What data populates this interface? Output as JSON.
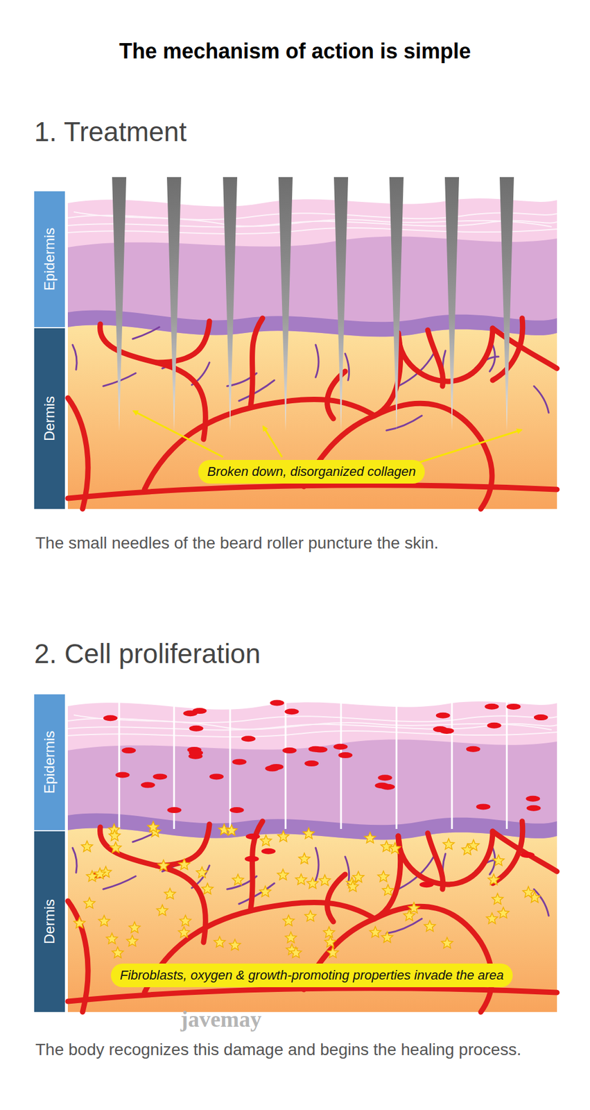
{
  "diagram": {
    "title": "The mechanism of action is simple",
    "nodes": [
      {
        "text": [
          "Epidermis"
        ]
      },
      {
        "text": [
          "Dermis"
        ]
      },
      {
        "text": [
          "Broken down, disorganized collagen"
        ]
      },
      {
        "text": [
          "Epidermis"
        ]
      },
      {
        "text": [
          "Dermis"
        ]
      },
      {
        "text": [
          "Fibroblasts, oxygen & growth-promoting properties invade the area"
        ]
      }
    ],
    "labels": [
      "1. Treatment",
      "The small needles of the beard roller puncture the skin.",
      "2. Cell proliferation",
      "javemay",
      "The body recognizes this damage and begins the healing process."
    ]
  }
}
